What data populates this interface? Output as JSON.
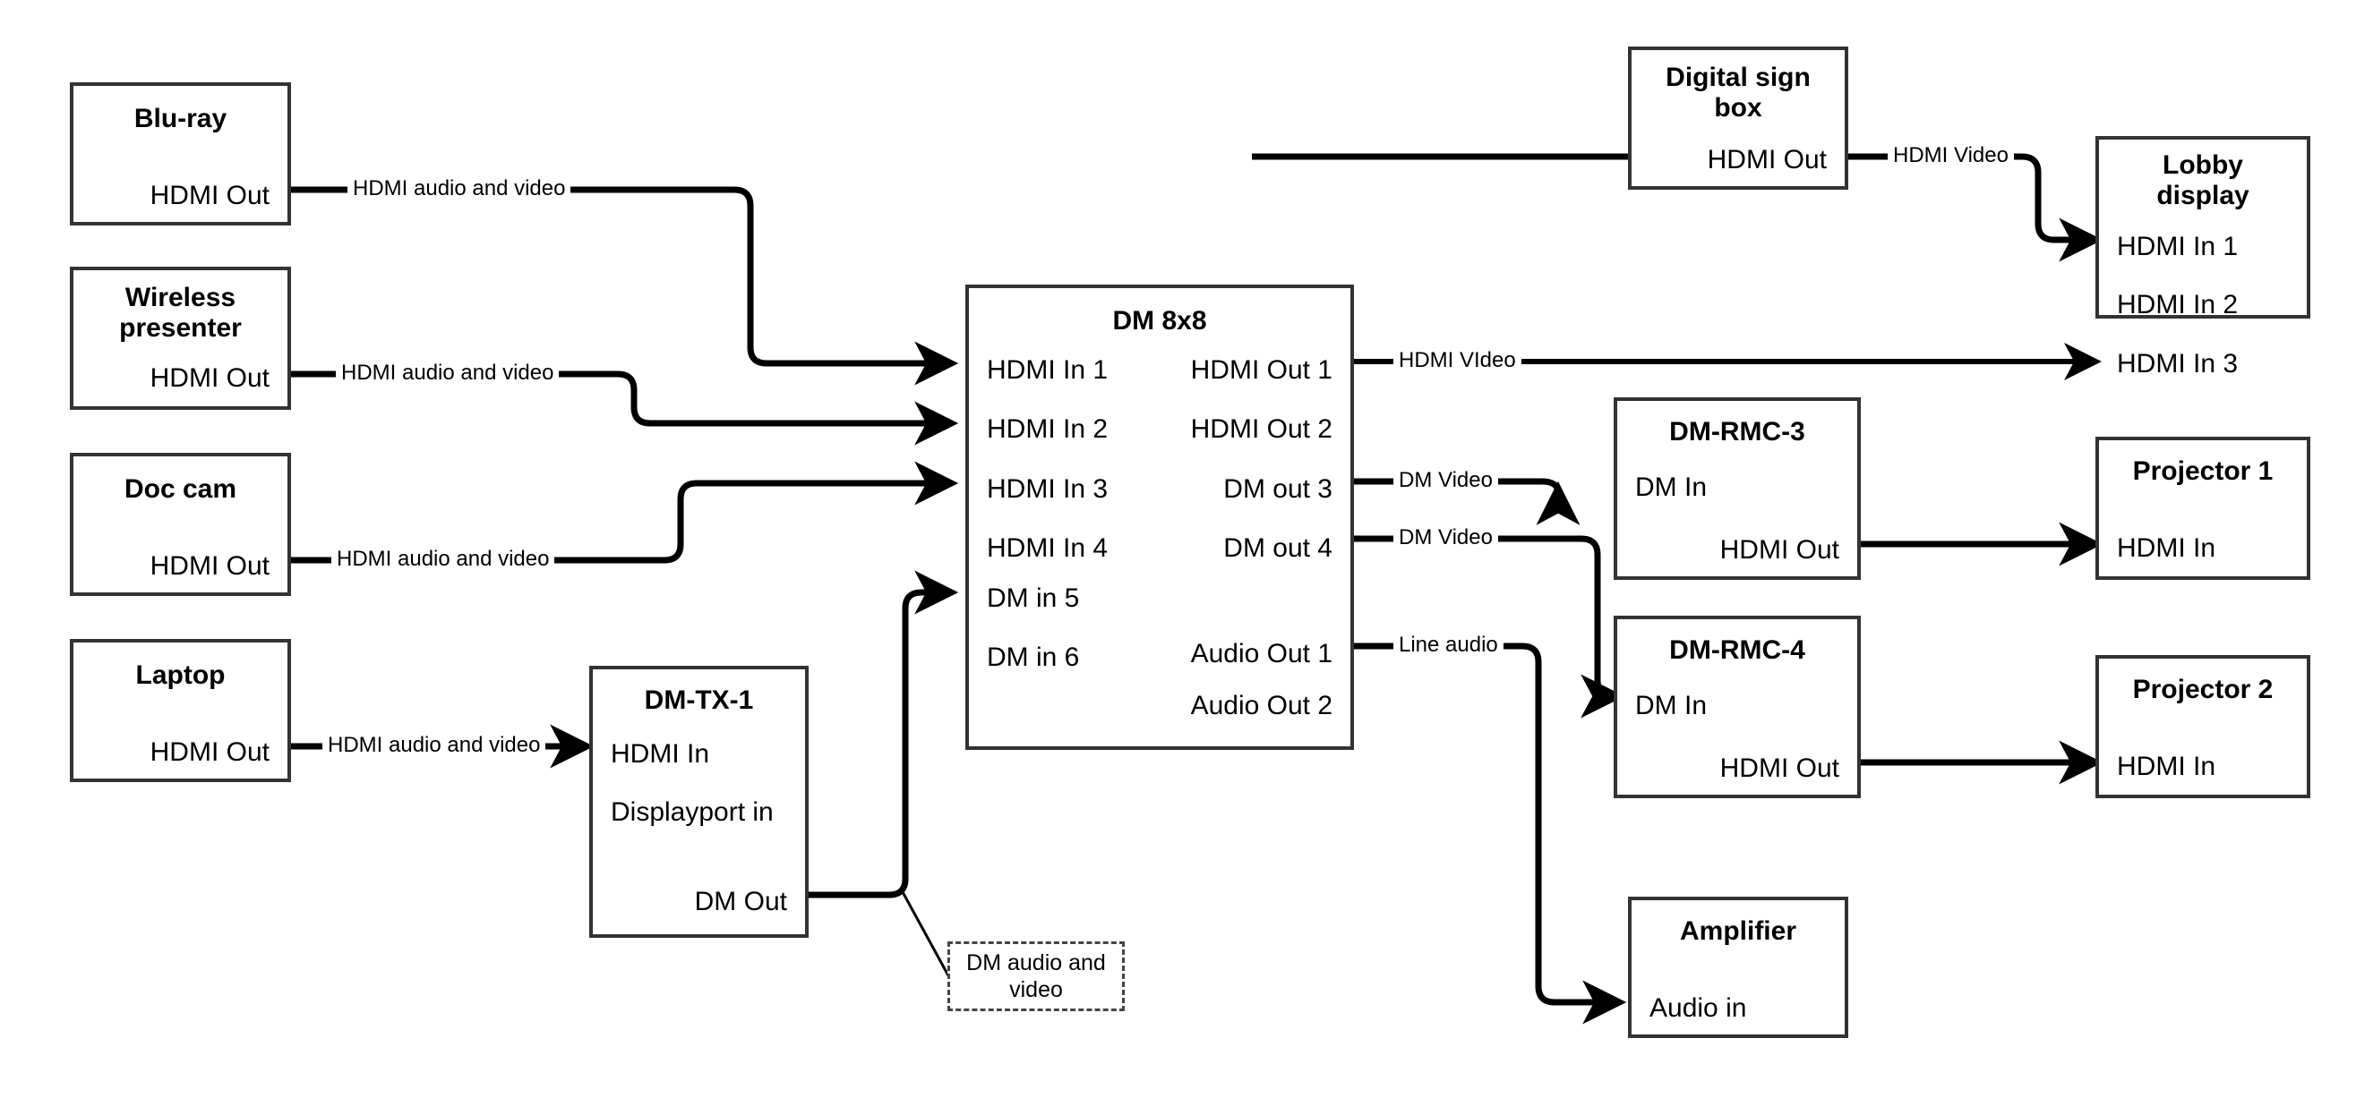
{
  "diagram": {
    "title": "AV signal flow diagram",
    "stroke_color": "#333333",
    "wire_color": "#000000",
    "background": "#ffffff"
  },
  "nodes": [
    {
      "id": "bluray",
      "title": "Blu-ray",
      "ports_left": [],
      "ports_right": [
        "HDMI Out"
      ]
    },
    {
      "id": "wireless-presenter",
      "title": "Wireless\npresenter",
      "ports_left": [],
      "ports_right": [
        "HDMI Out"
      ]
    },
    {
      "id": "doc-cam",
      "title": "Doc cam",
      "ports_left": [],
      "ports_right": [
        "HDMI Out"
      ]
    },
    {
      "id": "laptop",
      "title": "Laptop",
      "ports_left": [],
      "ports_right": [
        "HDMI Out"
      ]
    },
    {
      "id": "dm-tx-1",
      "title": "DM-TX-1",
      "ports_left": [
        "HDMI In",
        "Displayport in"
      ],
      "ports_right": [
        "DM Out"
      ]
    },
    {
      "id": "dm-8x8",
      "title": "DM 8x8",
      "ports_left": [
        "HDMI In 1",
        "HDMI In 2",
        "HDMI In 3",
        "HDMI In 4",
        "DM in 5",
        "DM in 6"
      ],
      "ports_right": [
        "HDMI Out 1",
        "HDMI Out 2",
        "DM out 3",
        "DM out 4",
        "Audio Out 1",
        "Audio Out 2"
      ]
    },
    {
      "id": "digital-sign-box",
      "title": "Digital sign\nbox",
      "ports_left": [],
      "ports_right": [
        "HDMI Out"
      ]
    },
    {
      "id": "lobby-display",
      "title": "Lobby\ndisplay",
      "ports_left": [
        "HDMI In 1",
        "HDMI In 2",
        "HDMI In 3"
      ],
      "ports_right": []
    },
    {
      "id": "dm-rmc-3",
      "title": "DM-RMC-3",
      "ports_left": [
        "DM In"
      ],
      "ports_right": [
        "HDMI Out"
      ]
    },
    {
      "id": "dm-rmc-4",
      "title": "DM-RMC-4",
      "ports_left": [
        "DM In"
      ],
      "ports_right": [
        "HDMI Out"
      ]
    },
    {
      "id": "projector-1",
      "title": "Projector 1",
      "ports_left": [
        "HDMI In"
      ],
      "ports_right": []
    },
    {
      "id": "projector-2",
      "title": "Projector 2",
      "ports_left": [
        "HDMI In"
      ],
      "ports_right": []
    },
    {
      "id": "amplifier",
      "title": "Amplifier",
      "ports_left": [
        "Audio in"
      ],
      "ports_right": []
    }
  ],
  "node_labels": {
    "bluray": {
      "title": "Blu-ray",
      "p0": "HDMI Out"
    },
    "wireless": {
      "title_line1": "Wireless",
      "title_line2": "presenter",
      "p0": "HDMI Out"
    },
    "doccam": {
      "title": "Doc cam",
      "p0": "HDMI Out"
    },
    "laptop": {
      "title": "Laptop",
      "p0": "HDMI Out"
    },
    "dmtx1": {
      "title": "DM-TX-1",
      "p0": "HDMI In",
      "p1": "Displayport in",
      "p2": "DM Out"
    },
    "dm8x8": {
      "title": "DM 8x8",
      "in1": "HDMI In 1",
      "in2": "HDMI In 2",
      "in3": "HDMI In 3",
      "in4": "HDMI In 4",
      "in5": "DM in 5",
      "in6": "DM in 6",
      "out1": "HDMI Out 1",
      "out2": "HDMI Out 2",
      "out3": "DM out 3",
      "out4": "DM out 4",
      "out5": "Audio Out 1",
      "out6": "Audio Out 2"
    },
    "signbox": {
      "title_line1": "Digital sign",
      "title_line2": "box",
      "p0": "HDMI Out"
    },
    "lobby": {
      "title_line1": "Lobby",
      "title_line2": "display",
      "in1": "HDMI In 1",
      "in2": "HDMI In 2",
      "in3": "HDMI In 3"
    },
    "rmc3": {
      "title": "DM-RMC-3",
      "p0": "DM In",
      "p1": "HDMI Out"
    },
    "rmc4": {
      "title": "DM-RMC-4",
      "p0": "DM In",
      "p1": "HDMI Out"
    },
    "proj1": {
      "title": "Projector 1",
      "p0": "HDMI In"
    },
    "proj2": {
      "title": "Projector 2",
      "p0": "HDMI In"
    },
    "amp": {
      "title": "Amplifier",
      "p0": "Audio in"
    }
  },
  "wire_labels": {
    "bluray_to_in1": "HDMI audio and video",
    "wireless_to_in2": "HDMI audio and video",
    "doccam_to_in3": "HDMI audio and video",
    "laptop_to_tx": "HDMI audio and video",
    "signbox_to_lobby": "HDMI Video",
    "out1_to_lobby": "HDMI VIdeo",
    "out3_to_rmc3": "DM Video",
    "out4_to_rmc4": "DM Video",
    "audio1_to_amp": "Line audio"
  },
  "notes": [
    {
      "id": "dm-audio-video-note",
      "text": "DM audio and video"
    }
  ],
  "connections": [
    {
      "from": "Blu-ray HDMI Out",
      "to": "DM 8x8 HDMI In 1",
      "label": "HDMI audio and video"
    },
    {
      "from": "Wireless presenter HDMI Out",
      "to": "DM 8x8 HDMI In 2",
      "label": "HDMI audio and video"
    },
    {
      "from": "Doc cam HDMI Out",
      "to": "DM 8x8 HDMI In 3",
      "label": "HDMI audio and video"
    },
    {
      "from": "Laptop HDMI Out",
      "to": "DM-TX-1 HDMI In",
      "label": "HDMI audio and video"
    },
    {
      "from": "DM-TX-1 DM Out",
      "to": "DM 8x8 DM in 5",
      "label": "DM audio and video"
    },
    {
      "from": "Digital sign box HDMI Out",
      "to": "Lobby display HDMI In 1",
      "label": "HDMI Video"
    },
    {
      "from": "DM 8x8 HDMI Out 1",
      "to": "Lobby display HDMI In 3",
      "label": "HDMI VIdeo"
    },
    {
      "from": "DM 8x8 DM out 3",
      "to": "DM-RMC-3 DM In",
      "label": "DM Video"
    },
    {
      "from": "DM 8x8 DM out 4",
      "to": "DM-RMC-4 DM In",
      "label": "DM Video"
    },
    {
      "from": "DM-RMC-3 HDMI Out",
      "to": "Projector 1 HDMI In",
      "label": ""
    },
    {
      "from": "DM-RMC-4 HDMI Out",
      "to": "Projector 2 HDMI In",
      "label": ""
    },
    {
      "from": "DM 8x8 Audio Out 1",
      "to": "Amplifier Audio in",
      "label": "Line audio"
    }
  ]
}
